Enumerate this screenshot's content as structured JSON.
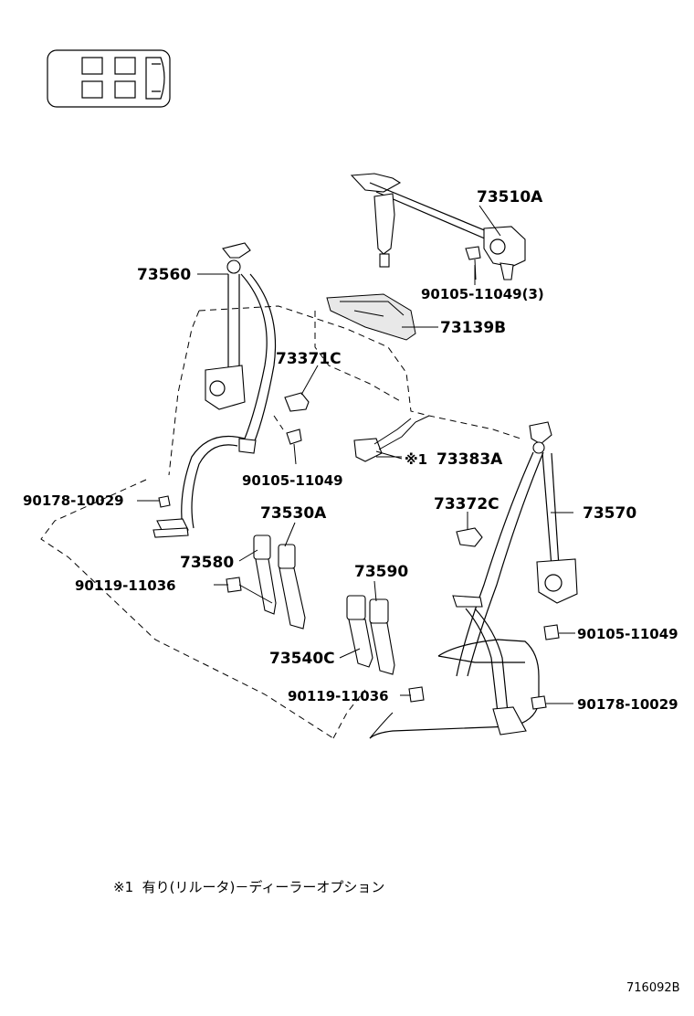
{
  "parts": {
    "p73510A": "73510A",
    "p9010511049_3": "90105-11049(3)",
    "p73139B": "73139B",
    "p73560": "73560",
    "p73371C": "73371C",
    "p9010511049_a": "90105-11049",
    "p9017810029_a": "90178-10029",
    "p73383A": "73383A",
    "p73383A_mark": "※1",
    "p73530A": "73530A",
    "p73580": "73580",
    "p9011911036_a": "90119-11036",
    "p73372C": "73372C",
    "p73570": "73570",
    "p73590": "73590",
    "p73540C": "73540C",
    "p9011911036_b": "90119-11036",
    "p9010511049_b": "90105-11049",
    "p9017810029_b": "90178-10029"
  },
  "footnote": {
    "mark": "※1",
    "text": "有り(リルータ)－ディーラーオプション"
  },
  "reference_code": "716092B",
  "icons": {
    "seat_layout_icon": "three-row seat layout icon, third row highlighted"
  }
}
